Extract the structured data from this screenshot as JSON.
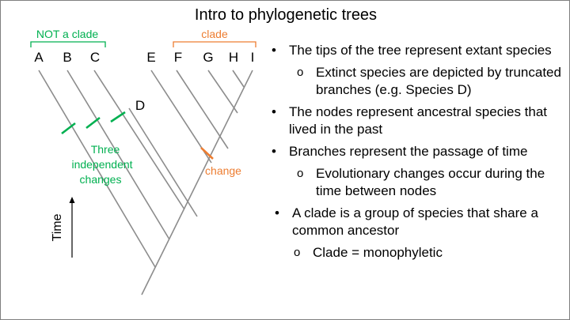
{
  "title": "Intro to phylogenetic trees",
  "tips": [
    "A",
    "B",
    "C",
    "E",
    "F",
    "G",
    "H",
    "I"
  ],
  "extinct_species": "D",
  "not_clade_label": "NOT a clade",
  "clade_label": "clade",
  "three_changes_label": [
    "Three",
    "independent",
    "changes"
  ],
  "change_label": "change",
  "time_label": "Time",
  "colors": {
    "green": "#00b050",
    "orange": "#ed7d31",
    "branch": "#8c8c8c"
  },
  "bullets": [
    {
      "text": "The tips of the tree represent extant species",
      "sub": [
        "Extinct species are depicted by truncated branches (e.g. Species D)"
      ]
    },
    {
      "text": "The nodes represent ancestral species that lived in the past",
      "sub": []
    },
    {
      "text": "Branches represent the passage of time",
      "sub": [
        "Evolutionary changes occur during the time between nodes"
      ]
    },
    {
      "text": "A clade is a group of species that share a common ancestor",
      "sub": [
        "Clade = monophyletic"
      ]
    }
  ]
}
